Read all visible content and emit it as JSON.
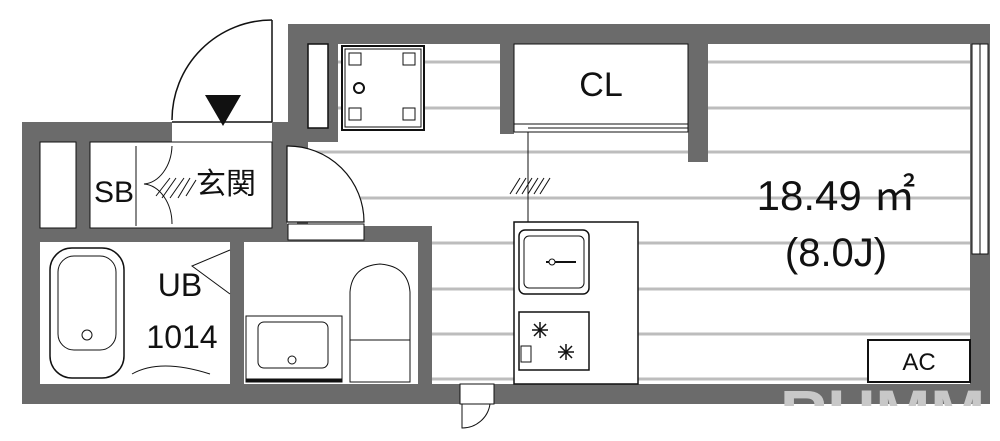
{
  "plan": {
    "closet_label": "CL",
    "area": "18.49 ㎡",
    "tatami": "(8.0J)",
    "shoebox_label": "SB",
    "entrance_label": "玄関",
    "bath_label": "UB",
    "bath_size": "1014",
    "ac_label": "AC",
    "watermark": "RUMM"
  },
  "colors": {
    "wall": "#6b6b6b",
    "floor_line": "#bdbdbd",
    "line": "#111111"
  }
}
